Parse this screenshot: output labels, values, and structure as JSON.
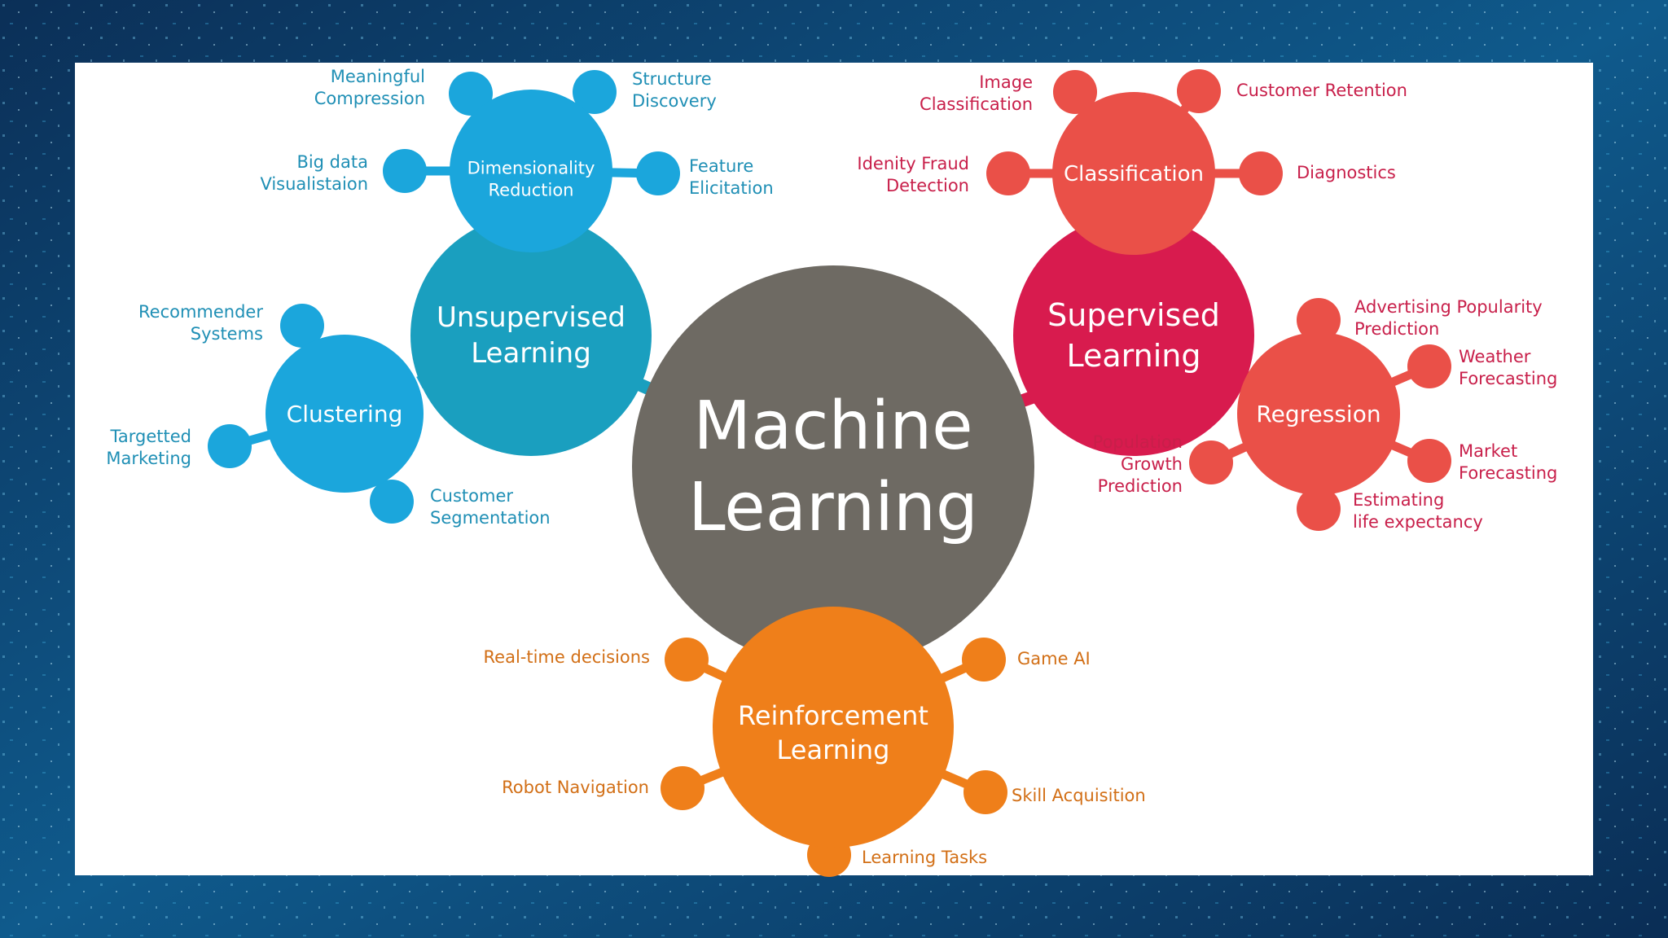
{
  "colors": {
    "center": "#6e6a63",
    "unsupervised": "#1a9fbf",
    "dimensionality": "#1ba6dc",
    "clustering": "#1ba6dc",
    "supervised": "#d81b4e",
    "classification": "#ea5048",
    "regression": "#ea5048",
    "reinforcement": "#ef7f1a",
    "text_blue": "#1f8fb5",
    "text_red": "#c81f4a",
    "text_orange": "#d26f16"
  },
  "center": {
    "line1": "Machine",
    "line2": "Learning"
  },
  "unsupervised": {
    "line1": "Unsupervised",
    "line2": "Learning",
    "dimensionality": {
      "line1": "Dimensionality",
      "line2": "Reduction",
      "leaves": [
        {
          "lines": [
            "Meaningful",
            "Compression"
          ]
        },
        {
          "lines": [
            "Structure",
            "Discovery"
          ]
        },
        {
          "lines": [
            "Big data",
            "Visualistaion"
          ]
        },
        {
          "lines": [
            "Feature",
            "Elicitation"
          ]
        }
      ]
    },
    "clustering": {
      "label": "Clustering",
      "leaves": [
        {
          "lines": [
            "Recommender",
            "Systems"
          ]
        },
        {
          "lines": [
            "Targetted",
            "Marketing"
          ]
        },
        {
          "lines": [
            "Customer",
            "Segmentation"
          ]
        }
      ]
    }
  },
  "supervised": {
    "line1": "Supervised",
    "line2": "Learning",
    "classification": {
      "label": "Classification",
      "leaves": [
        {
          "lines": [
            "Image",
            "Classification"
          ]
        },
        {
          "lines": [
            "Customer Retention"
          ]
        },
        {
          "lines": [
            "Idenity Fraud",
            "Detection"
          ]
        },
        {
          "lines": [
            "Diagnostics"
          ]
        }
      ]
    },
    "regression": {
      "label": "Regression",
      "leaves": [
        {
          "lines": [
            "Advertising Popularity",
            "Prediction"
          ]
        },
        {
          "lines": [
            "Weather",
            "Forecasting"
          ]
        },
        {
          "lines": [
            "Population",
            "Growth",
            "Prediction"
          ]
        },
        {
          "lines": [
            "Market",
            "Forecasting"
          ]
        },
        {
          "lines": [
            "Estimating",
            "life expectancy"
          ]
        }
      ]
    }
  },
  "reinforcement": {
    "line1": "Reinforcement",
    "line2": "Learning",
    "leaves": [
      {
        "lines": [
          "Real-time decisions"
        ]
      },
      {
        "lines": [
          "Game AI"
        ]
      },
      {
        "lines": [
          "Robot Navigation"
        ]
      },
      {
        "lines": [
          "Skill Acquisition"
        ]
      },
      {
        "lines": [
          "Learning Tasks"
        ]
      }
    ]
  }
}
